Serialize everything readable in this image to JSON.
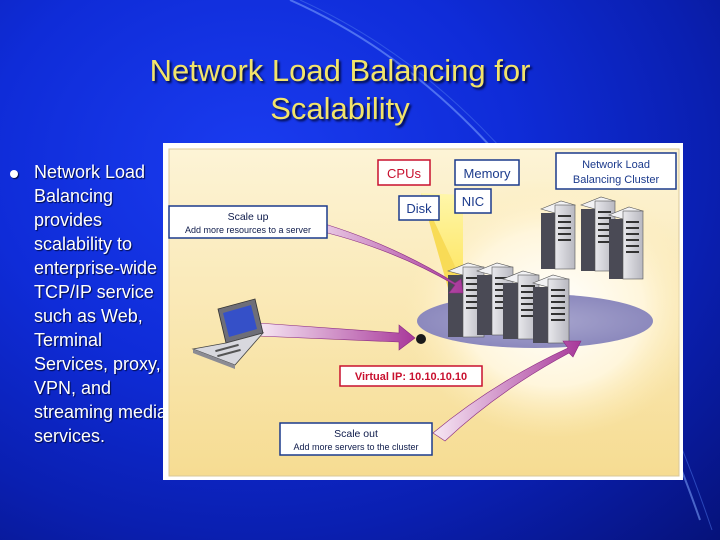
{
  "slide": {
    "title_line1": "Network Load Balancing for",
    "title_line2": "Scalability",
    "bullet": "Network Load Balancing provides scalability to enterprise-wide TCP/IP service such as Web, Terminal Services, proxy, VPN, and streaming media services."
  },
  "diagram": {
    "cpus": "CPUs",
    "memory": "Memory",
    "disk": "Disk",
    "nic": "NIC",
    "cluster_line1": "Network Load",
    "cluster_line2": "Balancing Cluster",
    "scale_up_title": "Scale up",
    "scale_up_desc": "Add more resources to a server",
    "virtual_ip": "Virtual IP: 10.10.10.10",
    "scale_out_title": "Scale out",
    "scale_out_desc": "Add more servers to the cluster"
  },
  "colors": {
    "background": "#0f2cd8",
    "title": "#f2e46a",
    "text": "#ffffff",
    "panel": "#fdf0c8",
    "red_label": "#c8102e",
    "blue_label": "#1b3a8c",
    "arrow": "#a8389a"
  }
}
